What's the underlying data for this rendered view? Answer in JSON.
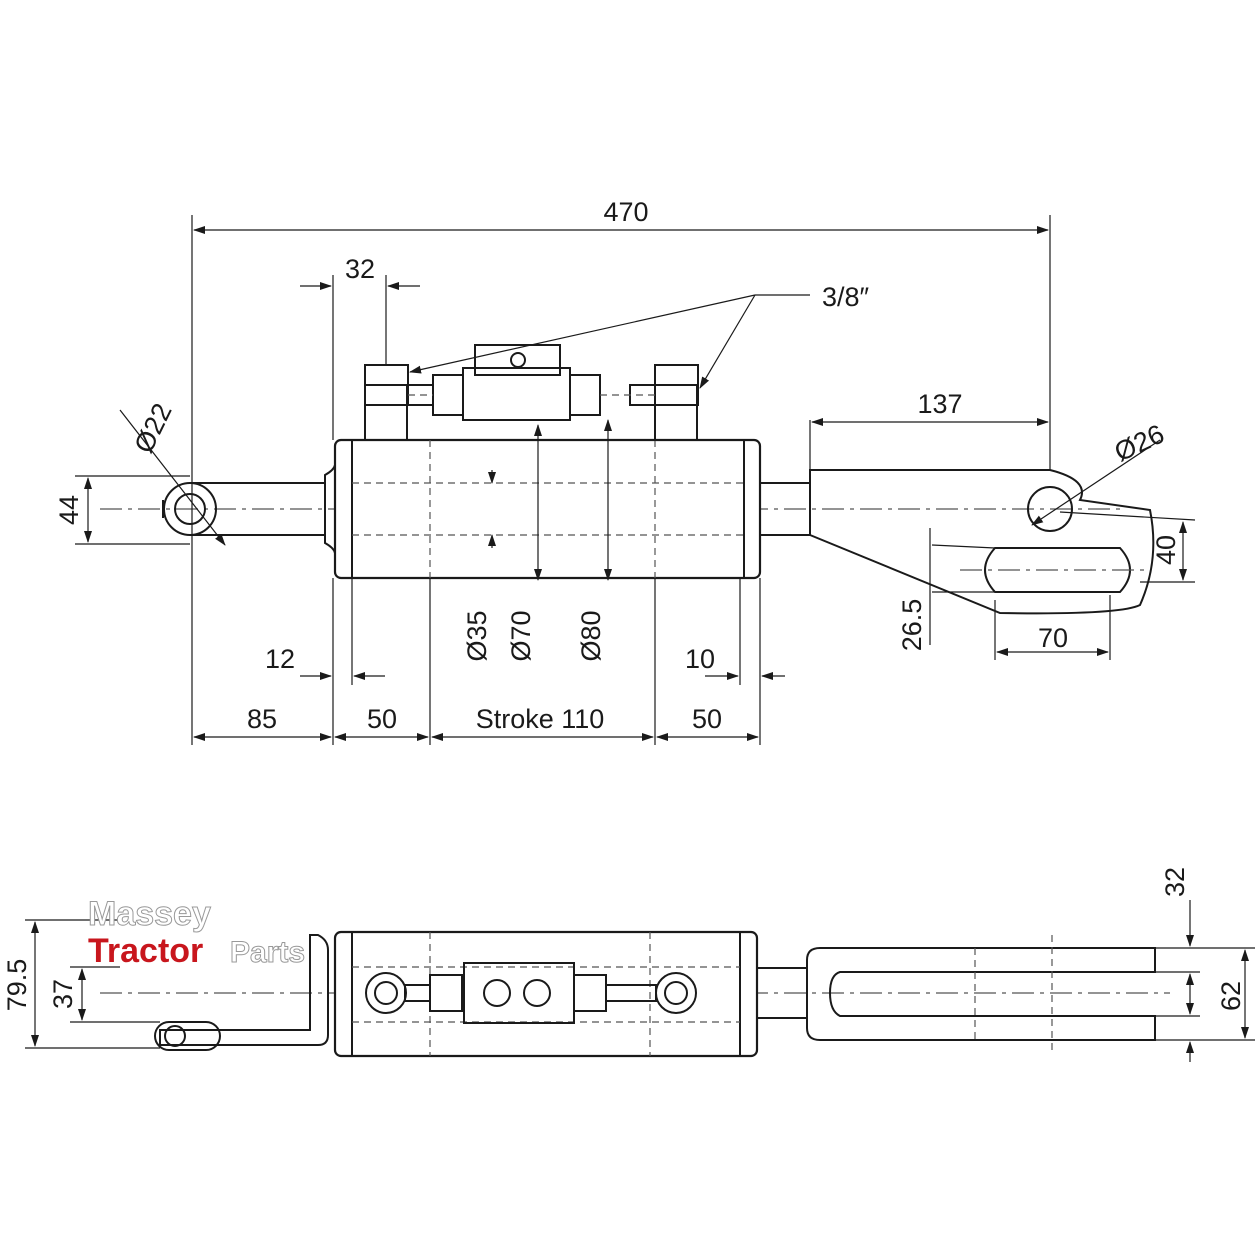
{
  "dimensions": {
    "overall_length": "470",
    "fitting_spacing": "32",
    "thread": "3/8″",
    "pin_left": "Ø22",
    "eye_height": "44",
    "clevis_offset": "137",
    "pin_right": "Ø26",
    "slot_height": "40",
    "slot_offset": "26.5",
    "slot_length": "70",
    "rod_diameter": "Ø35",
    "bore_diameter": "Ø70",
    "outer_diameter": "Ø80",
    "dim_12": "12",
    "dim_10": "10",
    "dim_85": "85",
    "dim_50_left": "50",
    "stroke": "Stroke 110",
    "dim_50_right": "50",
    "dim_79_5": "79.5",
    "dim_37": "37",
    "dim_32_bottom": "32",
    "dim_62": "62"
  },
  "logo": {
    "line1": "Massey",
    "line2": "Tractor",
    "line3": "Parts",
    "brand_red": "#c8161d"
  }
}
